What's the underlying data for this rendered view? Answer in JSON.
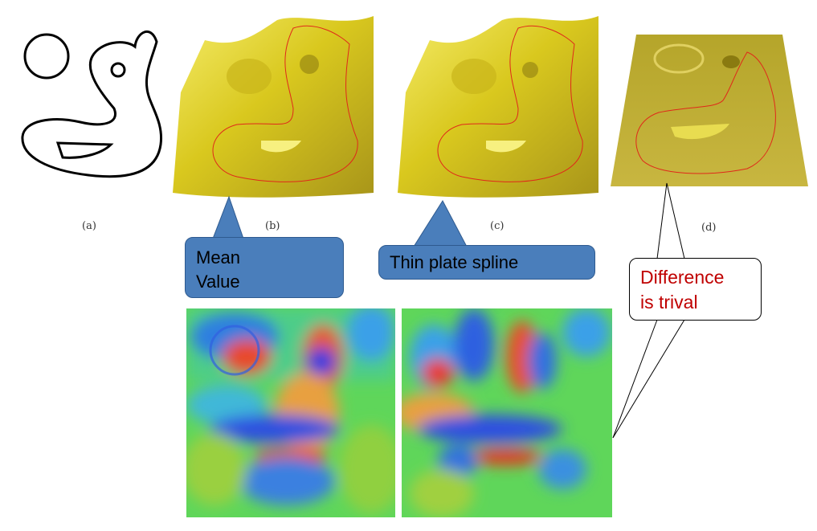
{
  "figure": {
    "panel_a_caption": "(a)",
    "panel_b_caption": "(b)",
    "panel_c_caption": "(c)",
    "panel_d_caption": "(d)"
  },
  "callouts": {
    "mean_value_line1": "Mean",
    "mean_value_line2": "Value",
    "thin_plate": "Thin plate spline",
    "difference_line1": "Difference",
    "difference_line2": "is trival"
  },
  "colors": {
    "callout_fill": "#4a7ebb",
    "difference_text": "#c00000",
    "surface_gold": "#d9c81e"
  }
}
